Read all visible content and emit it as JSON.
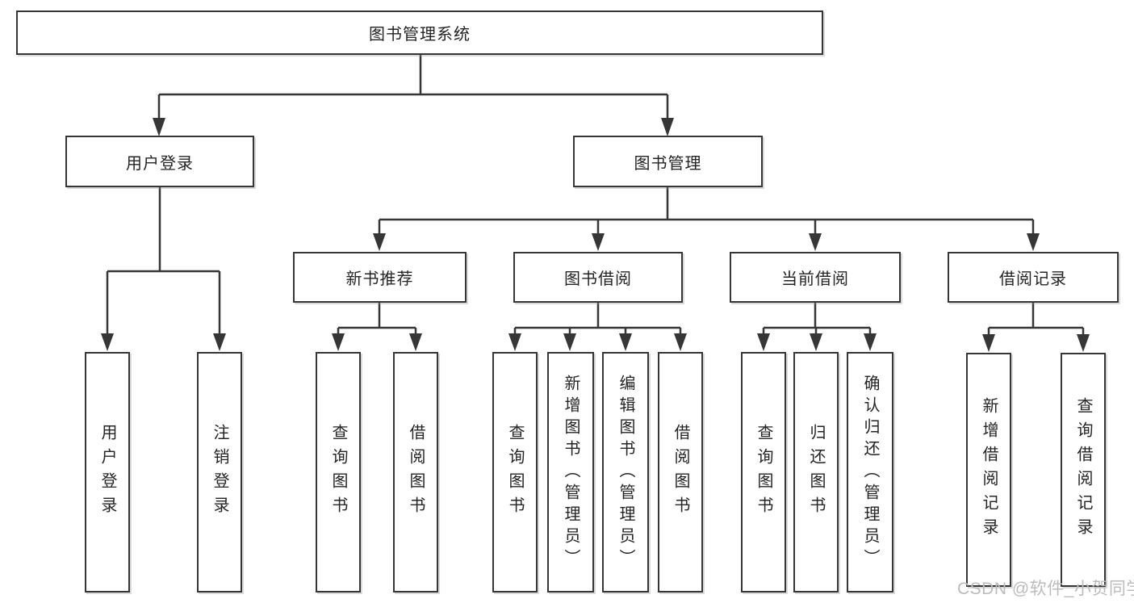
{
  "tree": {
    "root": {
      "label": "图书管理系统",
      "children": [
        {
          "label": "用户登录",
          "children": [
            {
              "label": "用户登录"
            },
            {
              "label": "注销登录"
            }
          ]
        },
        {
          "label": "图书管理",
          "children": [
            {
              "label": "新书推荐",
              "children": [
                {
                  "label": "查询图书"
                },
                {
                  "label": "借阅图书"
                }
              ]
            },
            {
              "label": "图书借阅",
              "children": [
                {
                  "label": "查询图书"
                },
                {
                  "label": "新增图书（管理员）"
                },
                {
                  "label": "编辑图书（管理员）"
                },
                {
                  "label": "借阅图书"
                }
              ]
            },
            {
              "label": "当前借阅",
              "children": [
                {
                  "label": "查询图书"
                },
                {
                  "label": "归还图书"
                },
                {
                  "label": "确认归还（管理员）"
                }
              ]
            },
            {
              "label": "借阅记录",
              "children": [
                {
                  "label": "新增借阅记录"
                },
                {
                  "label": "查询借阅记录"
                }
              ]
            }
          ]
        }
      ]
    }
  },
  "watermark": {
    "text": "CSDN @软件_小贺同学"
  },
  "colors": {
    "line": "#363636",
    "box_border": "#363636",
    "text": "#242424",
    "watermark": "#bcbcbc",
    "background": "#ffffff"
  }
}
